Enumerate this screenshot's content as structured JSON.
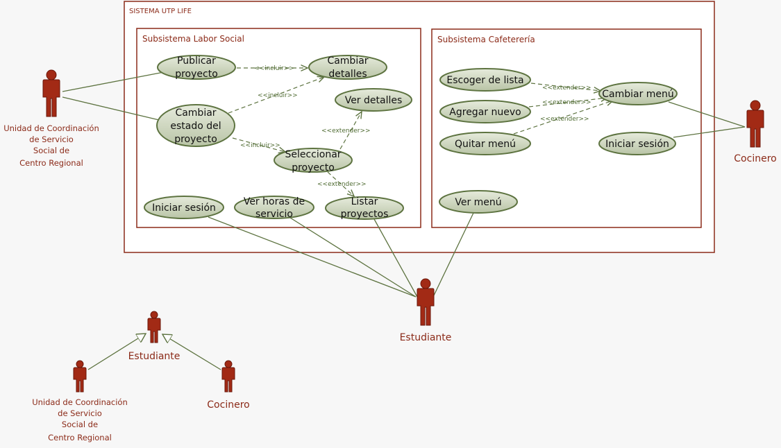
{
  "system": {
    "title": "SISTEMA UTP LIFE",
    "subsystems": {
      "labor_social": {
        "title": "Subsistema Labor Social",
        "use_cases": {
          "publicar": [
            "Publicar",
            "proyecto"
          ],
          "cambiar_detalles": [
            "Cambiar",
            "detalles"
          ],
          "cambiar_estado": [
            "Cambiar",
            "estado del",
            "proyecto"
          ],
          "ver_detalles": [
            "Ver detalles"
          ],
          "seleccionar": [
            "Seleccionar",
            "proyecto"
          ],
          "iniciar_sesion": [
            "Iniciar sesión"
          ],
          "ver_horas": [
            "Ver horas de",
            "servicio"
          ],
          "listar": [
            "Listar",
            "proyectos"
          ]
        }
      },
      "cafeteria": {
        "title": "Subsistema Cafeterería",
        "use_cases": {
          "escoger": [
            "Escoger de lista"
          ],
          "agregar": [
            "Agregar nuevo"
          ],
          "quitar": [
            "Quitar menú"
          ],
          "cambiar_menu": [
            "Cambiar menú"
          ],
          "iniciar_sesion": [
            "Iniciar sesión"
          ],
          "ver_menu": [
            "Ver menú"
          ]
        }
      }
    }
  },
  "stereotypes": {
    "incluir": "<<incluir>>",
    "extender": "<<extender>>"
  },
  "actors": {
    "unidad": [
      "Unidad de Coordinación",
      "de Servicio",
      "Social de",
      "Centro Regional"
    ],
    "cocinero": "Cocinero",
    "estudiante": "Estudiante"
  },
  "generalization": {
    "parent": "Estudiante",
    "child_unidad": [
      "Unidad de Coordinación",
      "de Servicio",
      "Social de",
      "Centro Regional"
    ],
    "child_cocinero": "Cocinero"
  },
  "colors": {
    "frame": "#8b2a18",
    "actor": "#a22a15",
    "usecase_fill": "#c8d1b8",
    "usecase_stroke": "#5d7340",
    "line": "#5d7340"
  }
}
